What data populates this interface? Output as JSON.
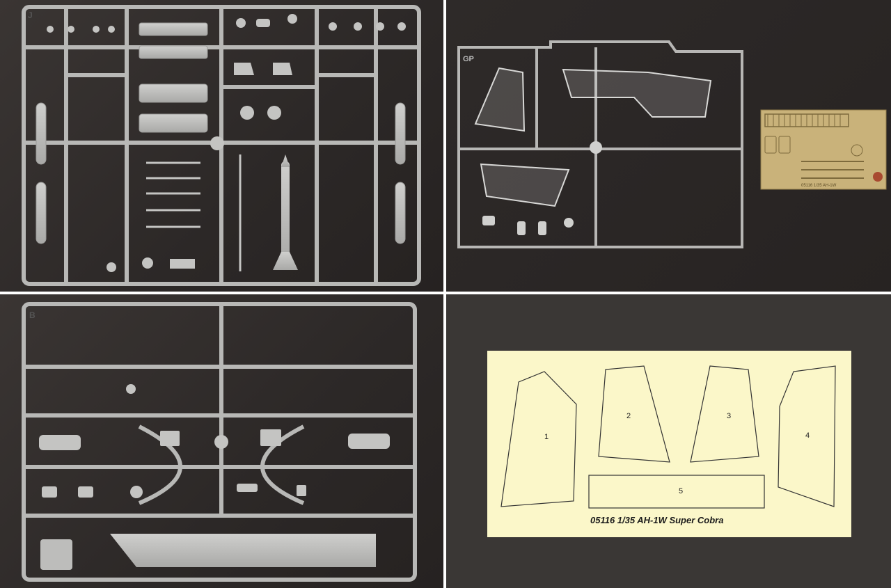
{
  "panels": {
    "sprue_j": {
      "letter": "J"
    },
    "sprue_gp": {
      "letter": "GP",
      "pe_text": "05116 1/35 AH-1W"
    },
    "sprue_b": {
      "letter": "B"
    },
    "mask_sheet": {
      "labels": [
        "1",
        "2",
        "3",
        "4",
        "5"
      ],
      "title": "05116 1/35 AH-1W Super Cobra"
    }
  },
  "colors": {
    "background": "#2c2827",
    "sprue_grey": "#b9b9b7",
    "clear_sprue": "#d8d8d6",
    "photo_etch": "#c9b27a",
    "mask_sheet": "#fbf7c9"
  }
}
